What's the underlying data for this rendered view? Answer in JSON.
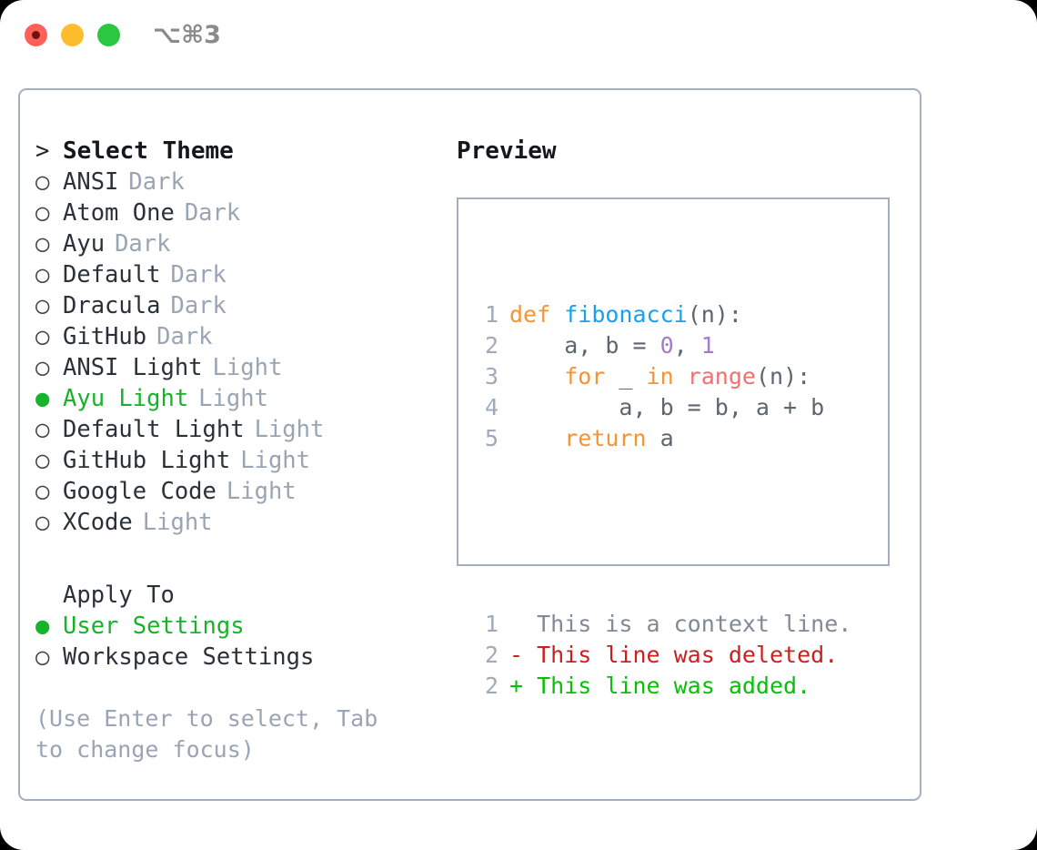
{
  "titlebar": {
    "shortcut": "⌥⌘3",
    "traffic_lights": [
      "close",
      "minimize",
      "zoom"
    ]
  },
  "left": {
    "heading_marker": ">",
    "heading": "Select Theme",
    "themes": [
      {
        "marker": "○",
        "name": "ANSI",
        "variant": "Dark",
        "selected": false
      },
      {
        "marker": "○",
        "name": "Atom One",
        "variant": "Dark",
        "selected": false
      },
      {
        "marker": "○",
        "name": "Ayu",
        "variant": "Dark",
        "selected": false
      },
      {
        "marker": "○",
        "name": "Default",
        "variant": "Dark",
        "selected": false
      },
      {
        "marker": "○",
        "name": "Dracula",
        "variant": "Dark",
        "selected": false
      },
      {
        "marker": "○",
        "name": "GitHub",
        "variant": "Dark",
        "selected": false
      },
      {
        "marker": "○",
        "name": "ANSI Light",
        "variant": "Light",
        "selected": false
      },
      {
        "marker": "●",
        "name": "Ayu Light",
        "variant": "Light",
        "selected": true
      },
      {
        "marker": "○",
        "name": "Default Light",
        "variant": "Light",
        "selected": false
      },
      {
        "marker": "○",
        "name": "GitHub Light",
        "variant": "Light",
        "selected": false
      },
      {
        "marker": "○",
        "name": "Google Code",
        "variant": "Light",
        "selected": false
      },
      {
        "marker": "○",
        "name": "XCode",
        "variant": "Light",
        "selected": false
      }
    ],
    "apply_to_heading": "Apply To",
    "apply_to": [
      {
        "marker": "●",
        "name": "User Settings",
        "selected": true
      },
      {
        "marker": "○",
        "name": "Workspace Settings",
        "selected": false
      }
    ],
    "hint": "(Use Enter to select, Tab to change focus)"
  },
  "preview": {
    "title": "Preview",
    "code_lines": [
      {
        "n": "1",
        "tokens": [
          {
            "t": "def ",
            "c": "kw"
          },
          {
            "t": "fibonacci",
            "c": "fn"
          },
          {
            "t": "(n):",
            "c": "pl"
          }
        ]
      },
      {
        "n": "2",
        "tokens": [
          {
            "t": "    a, b = ",
            "c": "pl"
          },
          {
            "t": "0",
            "c": "num"
          },
          {
            "t": ", ",
            "c": "pl"
          },
          {
            "t": "1",
            "c": "num"
          }
        ]
      },
      {
        "n": "3",
        "tokens": [
          {
            "t": "    ",
            "c": "pl"
          },
          {
            "t": "for",
            "c": "kw"
          },
          {
            "t": " _ ",
            "c": "pl"
          },
          {
            "t": "in",
            "c": "kw"
          },
          {
            "t": " ",
            "c": "pl"
          },
          {
            "t": "range",
            "c": "bi"
          },
          {
            "t": "(n):",
            "c": "pl"
          }
        ]
      },
      {
        "n": "4",
        "tokens": [
          {
            "t": "        a, b = b, a + b",
            "c": "pl"
          }
        ]
      },
      {
        "n": "5",
        "tokens": [
          {
            "t": "    ",
            "c": "pl"
          },
          {
            "t": "return",
            "c": "kw"
          },
          {
            "t": " a",
            "c": "pl"
          }
        ]
      }
    ],
    "diff_lines": [
      {
        "n": "1",
        "sign": " ",
        "text": " This is a context line.",
        "c": "ctx"
      },
      {
        "n": "2",
        "sign": "-",
        "text": " This line was deleted.",
        "c": "del"
      },
      {
        "n": "2",
        "sign": "+",
        "text": " This line was added.",
        "c": "add"
      }
    ]
  },
  "colors": {
    "accent_green": "#17b32a",
    "muted": "#9aa5b4",
    "border": "#a3afbe",
    "kw_orange": "#f59335",
    "fn_blue": "#1aa0f0",
    "num_purple": "#a37acc",
    "builtin_red": "#f07171",
    "diff_deleted": "#cc2020",
    "diff_added": "#08c008"
  }
}
